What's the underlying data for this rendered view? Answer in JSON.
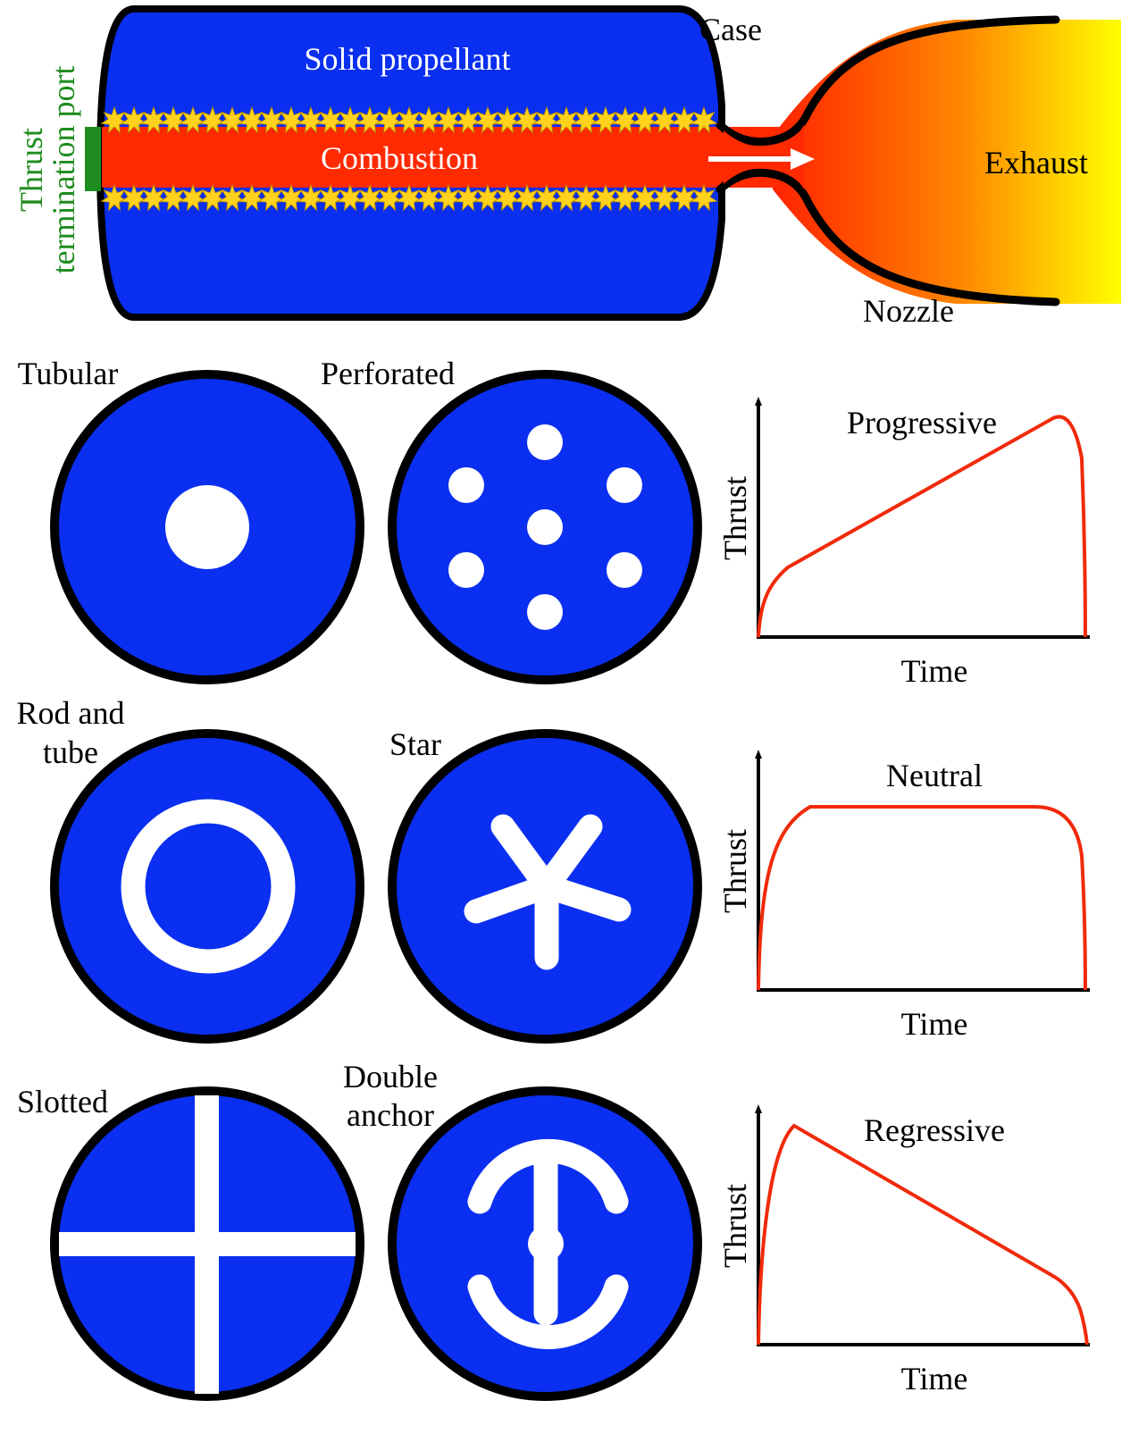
{
  "colors": {
    "propellant": "#0a2ff0",
    "combustion": "#ff2a00",
    "termination_port": "#1e8c1e",
    "flame_points": "#ffd21e",
    "exhaust_start": "#ff2200",
    "exhaust_end": "#ffff00",
    "curve": "#f02a0a",
    "outline": "#000000"
  },
  "motor": {
    "propellant_label": "Solid propellant",
    "combustion_label": "Combustion",
    "case_label": "Case",
    "exhaust_label": "Exhaust",
    "nozzle_label": "Nozzle",
    "port_label_line1": "Thrust",
    "port_label_line2": "termination port"
  },
  "grains": {
    "tubular": "Tubular",
    "perforated": "Perforated",
    "rod_tube_line1": "Rod and",
    "rod_tube_line2": "tube",
    "star": "Star",
    "slotted": "Slotted",
    "double_anchor_line1": "Double",
    "double_anchor_line2": "anchor"
  },
  "profiles": [
    {
      "title": "Progressive",
      "ylabel": "Thrust",
      "xlabel": "Time",
      "shape": "progressive"
    },
    {
      "title": "Neutral",
      "ylabel": "Thrust",
      "xlabel": "Time",
      "shape": "neutral"
    },
    {
      "title": "Regressive",
      "ylabel": "Thrust",
      "xlabel": "Time",
      "shape": "regressive"
    }
  ]
}
